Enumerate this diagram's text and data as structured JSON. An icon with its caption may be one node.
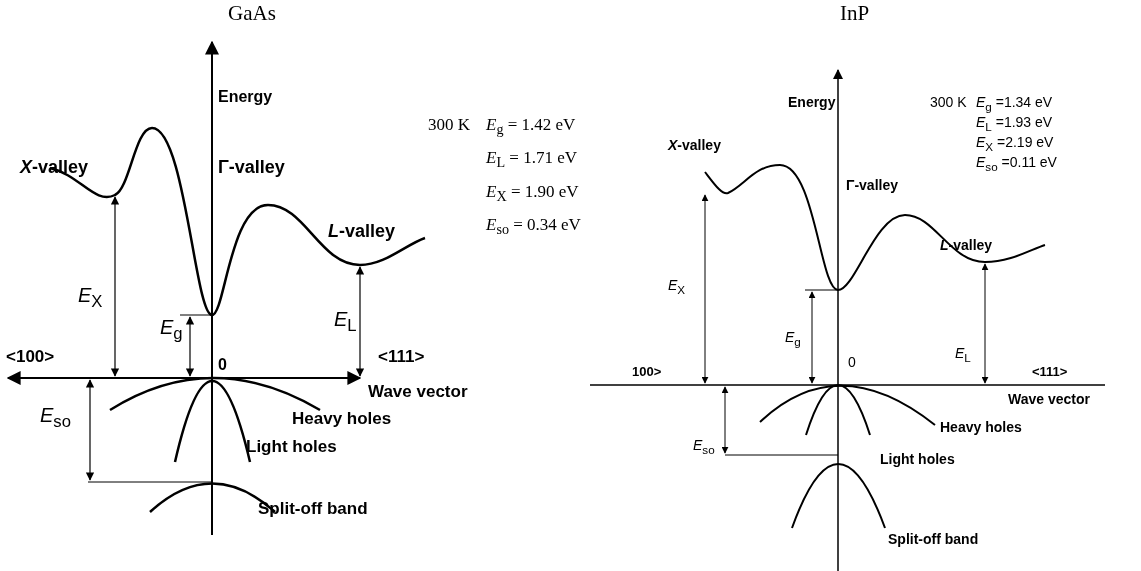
{
  "diagram": {
    "labels": [
      "GaAs",
      "InP",
      "Energy",
      "300 K",
      "*E*$_{g}$ = 1.42 eV",
      "*E*$_{L}$ = 1.71 eV",
      "*E*$_{X}$ = 1.90 eV",
      "*E*$_{so}$ = 0.34 eV",
      "*X*-valley",
      "Γ-valley",
      "*L*-valley",
      "*E*$_{X}$",
      "*E*$_{g}$",
      "*E*$_{L}$",
      "<100>",
      "0",
      "<111>",
      "Wave vector",
      "*E*$_{so}$",
      "Heavy holes",
      "Light holes",
      "Split-off band",
      "Energy",
      "300 K",
      "*E*$_{g}$ =1.34 eV",
      "*E*$_{L}$ =1.93 eV",
      "*E*$_{X}$ =2.19 eV",
      "*E*$_{so}$ =0.11 eV",
      "*X*-valley",
      "Γ-valley",
      "*L*-valley",
      "*E*$_{X}$",
      "*E*$_{g}$",
      "*E*$_{L}$",
      "100>",
      "0",
      "<111>",
      "Wave vector",
      "*E*$_{so}$",
      "Heavy holes",
      "Light holes",
      "Split-off band"
    ]
  }
}
